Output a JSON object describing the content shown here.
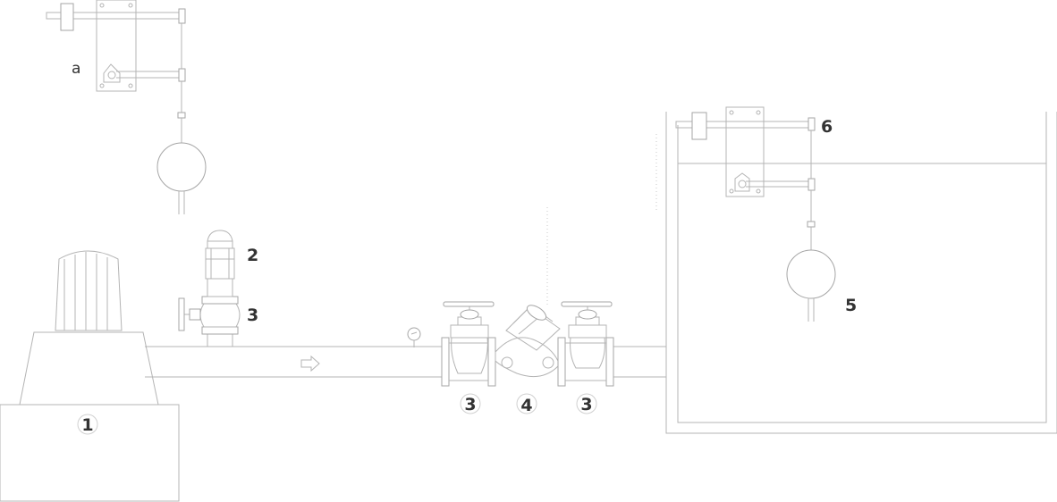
{
  "labels": {
    "a": "a",
    "pump": "1",
    "valve_top": "2",
    "gate_upper": "3",
    "gate_left": "3",
    "control_valve": "4",
    "gate_right": "3",
    "float_tank": "5",
    "float_arm": "6"
  },
  "colors": {
    "line": "#b4b4b4",
    "label": "#333333"
  }
}
